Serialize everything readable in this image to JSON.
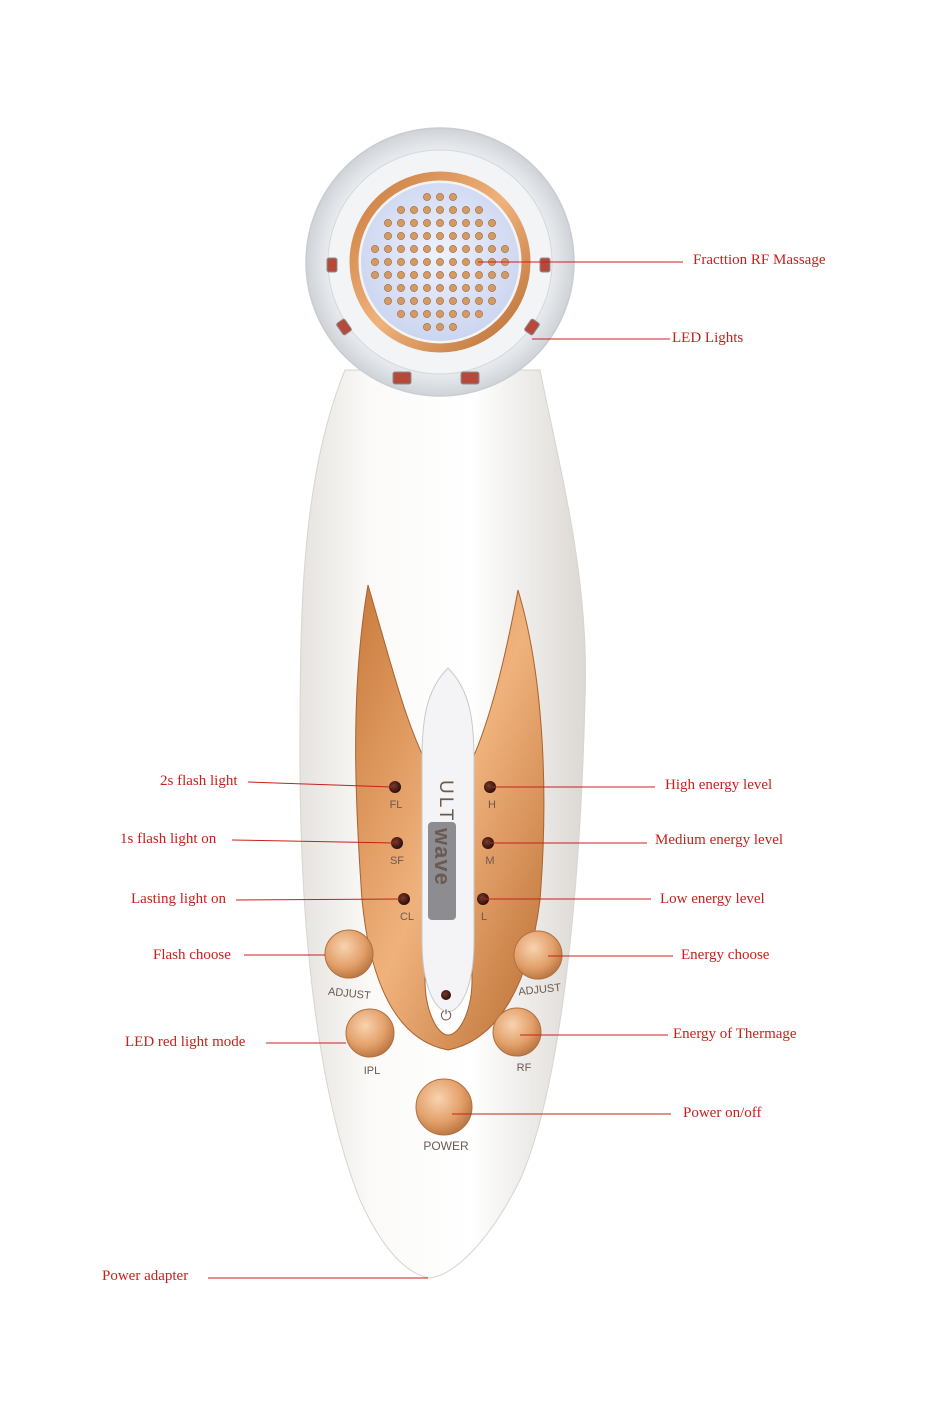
{
  "callouts": {
    "fraction_rf": "Fracttion RF Massage",
    "led_lights": "LED Lights",
    "flash_2s": "2s flash light",
    "high_energy": "High energy level",
    "flash_1s": "1s flash light on",
    "medium_energy": "Medium energy level",
    "lasting_light": "Lasting light on",
    "low_energy": "Low energy level",
    "flash_choose": "Flash choose",
    "energy_choose": "Energy choose",
    "led_red_mode": "LED red light mode",
    "thermage": "Energy of Thermage",
    "power_onoff": "Power on/off",
    "power_adapter": "Power adapter"
  },
  "device": {
    "brand_top": "ULTR.",
    "brand_bottom": "wave",
    "indicators_left": [
      "FL",
      "SF",
      "CL"
    ],
    "indicators_right": [
      "H",
      "M",
      "L"
    ],
    "power_symbol": "⏻",
    "buttons": {
      "adjust_left": "ADJUST",
      "adjust_right": "ADJUST",
      "ipl": "IPL",
      "rf": "RF",
      "power": "POWER"
    }
  },
  "colors": {
    "label": "#c8201c",
    "line": "#c8201c",
    "copper": "#d9925a",
    "body": "#f6f4f1"
  }
}
